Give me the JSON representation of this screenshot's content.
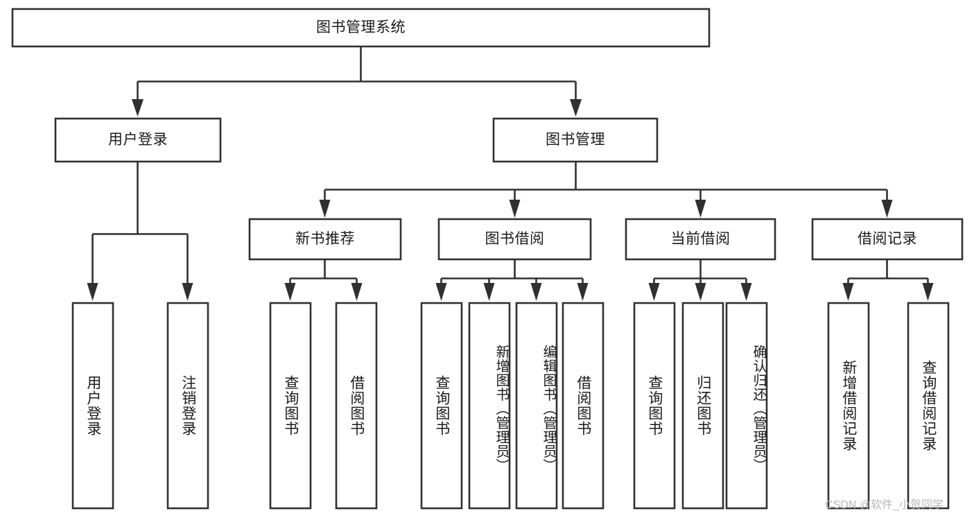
{
  "diagram": {
    "type": "tree-hierarchy",
    "title": "图书管理系统",
    "watermark": "CSDN @软件_小贺同学",
    "colors": {
      "stroke": "#303030",
      "fill": "#ffffff",
      "text": "#1a1a1a",
      "watermark": "#b8b8b8"
    },
    "levels": [
      {
        "level": 0,
        "nodes": [
          {
            "id": "root",
            "label": "图书管理系统",
            "orientation": "horizontal"
          }
        ]
      },
      {
        "level": 1,
        "nodes": [
          {
            "id": "user-login",
            "label": "用户登录",
            "orientation": "horizontal",
            "parent": "root"
          },
          {
            "id": "book-manage",
            "label": "图书管理",
            "orientation": "horizontal",
            "parent": "root"
          }
        ]
      },
      {
        "level": 2,
        "nodes": [
          {
            "id": "new-book-recommend",
            "label": "新书推荐",
            "orientation": "horizontal",
            "parent": "book-manage"
          },
          {
            "id": "book-borrow",
            "label": "图书借阅",
            "orientation": "horizontal",
            "parent": "book-manage"
          },
          {
            "id": "current-borrow",
            "label": "当前借阅",
            "orientation": "horizontal",
            "parent": "book-manage"
          },
          {
            "id": "borrow-record",
            "label": "借阅记录",
            "orientation": "horizontal",
            "parent": "book-manage"
          }
        ]
      },
      {
        "level": 3,
        "nodes": [
          {
            "id": "leaf-user-login",
            "label": "用户登录",
            "orientation": "vertical",
            "parent": "user-login"
          },
          {
            "id": "leaf-logout",
            "label": "注销登录",
            "orientation": "vertical",
            "parent": "user-login"
          },
          {
            "id": "leaf-query-book-1",
            "label": "查询图书",
            "orientation": "vertical",
            "parent": "new-book-recommend"
          },
          {
            "id": "leaf-borrow-book-1",
            "label": "借阅图书",
            "orientation": "vertical",
            "parent": "new-book-recommend"
          },
          {
            "id": "leaf-query-book-2",
            "label": "查询图书",
            "orientation": "vertical",
            "parent": "book-borrow"
          },
          {
            "id": "leaf-add-book",
            "label": "新增图书（管理员）",
            "orientation": "vertical",
            "parent": "book-borrow"
          },
          {
            "id": "leaf-edit-book",
            "label": "编辑图书（管理员）",
            "orientation": "vertical",
            "parent": "book-borrow"
          },
          {
            "id": "leaf-borrow-book-2",
            "label": "借阅图书",
            "orientation": "vertical",
            "parent": "book-borrow"
          },
          {
            "id": "leaf-query-book-3",
            "label": "查询图书",
            "orientation": "vertical",
            "parent": "current-borrow"
          },
          {
            "id": "leaf-return-book",
            "label": "归还图书",
            "orientation": "vertical",
            "parent": "current-borrow"
          },
          {
            "id": "leaf-confirm-return",
            "label": "确认归还（管理员）",
            "orientation": "vertical",
            "parent": "current-borrow"
          },
          {
            "id": "leaf-add-record",
            "label": "新增借阅记录",
            "orientation": "vertical",
            "parent": "borrow-record"
          },
          {
            "id": "leaf-query-record",
            "label": "查询借阅记录",
            "orientation": "vertical",
            "parent": "borrow-record"
          }
        ]
      }
    ]
  }
}
